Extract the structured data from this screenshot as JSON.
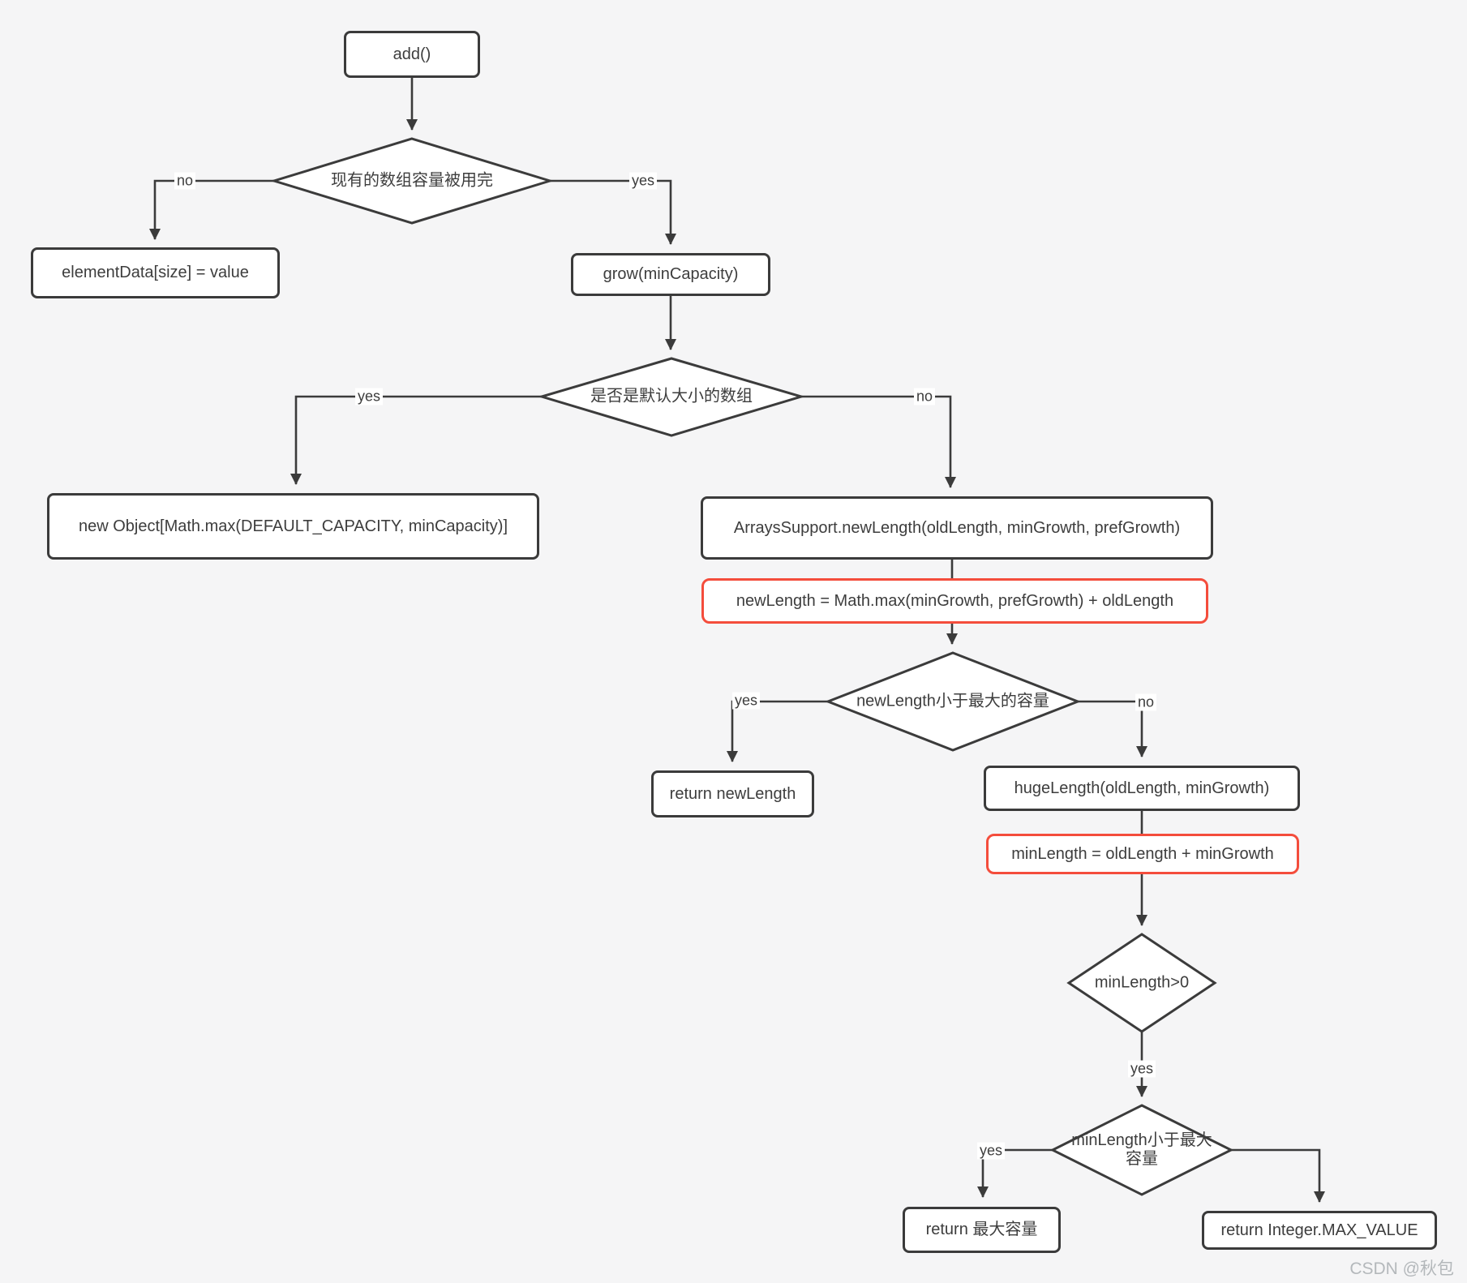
{
  "page": {
    "background_color": "#f5f5f6",
    "watermark": "CSDN @秋包"
  },
  "colors": {
    "line": "#3b3b3b",
    "text": "#3d3d3d",
    "node_fill": "#ffffff",
    "highlight_border": "#f44d3c",
    "watermark_text": "#b4b8bb"
  },
  "flowchart": {
    "nodes": {
      "add": {
        "type": "process",
        "label": "add()"
      },
      "capacity_used_up": {
        "type": "decision",
        "label": "现有的数组容量被用完"
      },
      "element_data_assign": {
        "type": "process",
        "label": "elementData[size] = value"
      },
      "grow": {
        "type": "process",
        "label": "grow(minCapacity)"
      },
      "is_default_size": {
        "type": "decision",
        "label": "是否是默认大小的数组"
      },
      "new_object": {
        "type": "process",
        "label": "new Object[Math.max(DEFAULT_CAPACITY, minCapacity)]"
      },
      "arrays_support_new_length": {
        "type": "process",
        "label": "ArraysSupport.newLength(oldLength, minGrowth,  prefGrowth)"
      },
      "new_length_formula": {
        "type": "highlight",
        "label": "newLength = Math.max(minGrowth, prefGrowth) + oldLength"
      },
      "new_length_lt_max": {
        "type": "decision",
        "label": "newLength小于最大的容量"
      },
      "return_new_length": {
        "type": "process",
        "label": "return newLength"
      },
      "huge_length": {
        "type": "process",
        "label": "hugeLength(oldLength,  minGrowth)"
      },
      "min_length_formula": {
        "type": "highlight",
        "label": "minLength = oldLength + minGrowth"
      },
      "min_length_gt_zero": {
        "type": "decision",
        "label": "minLength>0"
      },
      "min_length_lt_max": {
        "type": "decision",
        "line1": "minLength小于最大",
        "line2": "容量"
      },
      "return_max_capacity": {
        "type": "process",
        "label": "return 最大容量"
      },
      "return_integer_max": {
        "type": "process",
        "label": "return Integer.MAX_VALUE"
      }
    },
    "edge_labels": {
      "capacity_no": "no",
      "capacity_yes": "yes",
      "default_yes": "yes",
      "default_no": "no",
      "newlength_yes": "yes",
      "newlength_no": "no",
      "minlength_positive_yes": "yes",
      "minlength_max_yes": "yes"
    }
  }
}
